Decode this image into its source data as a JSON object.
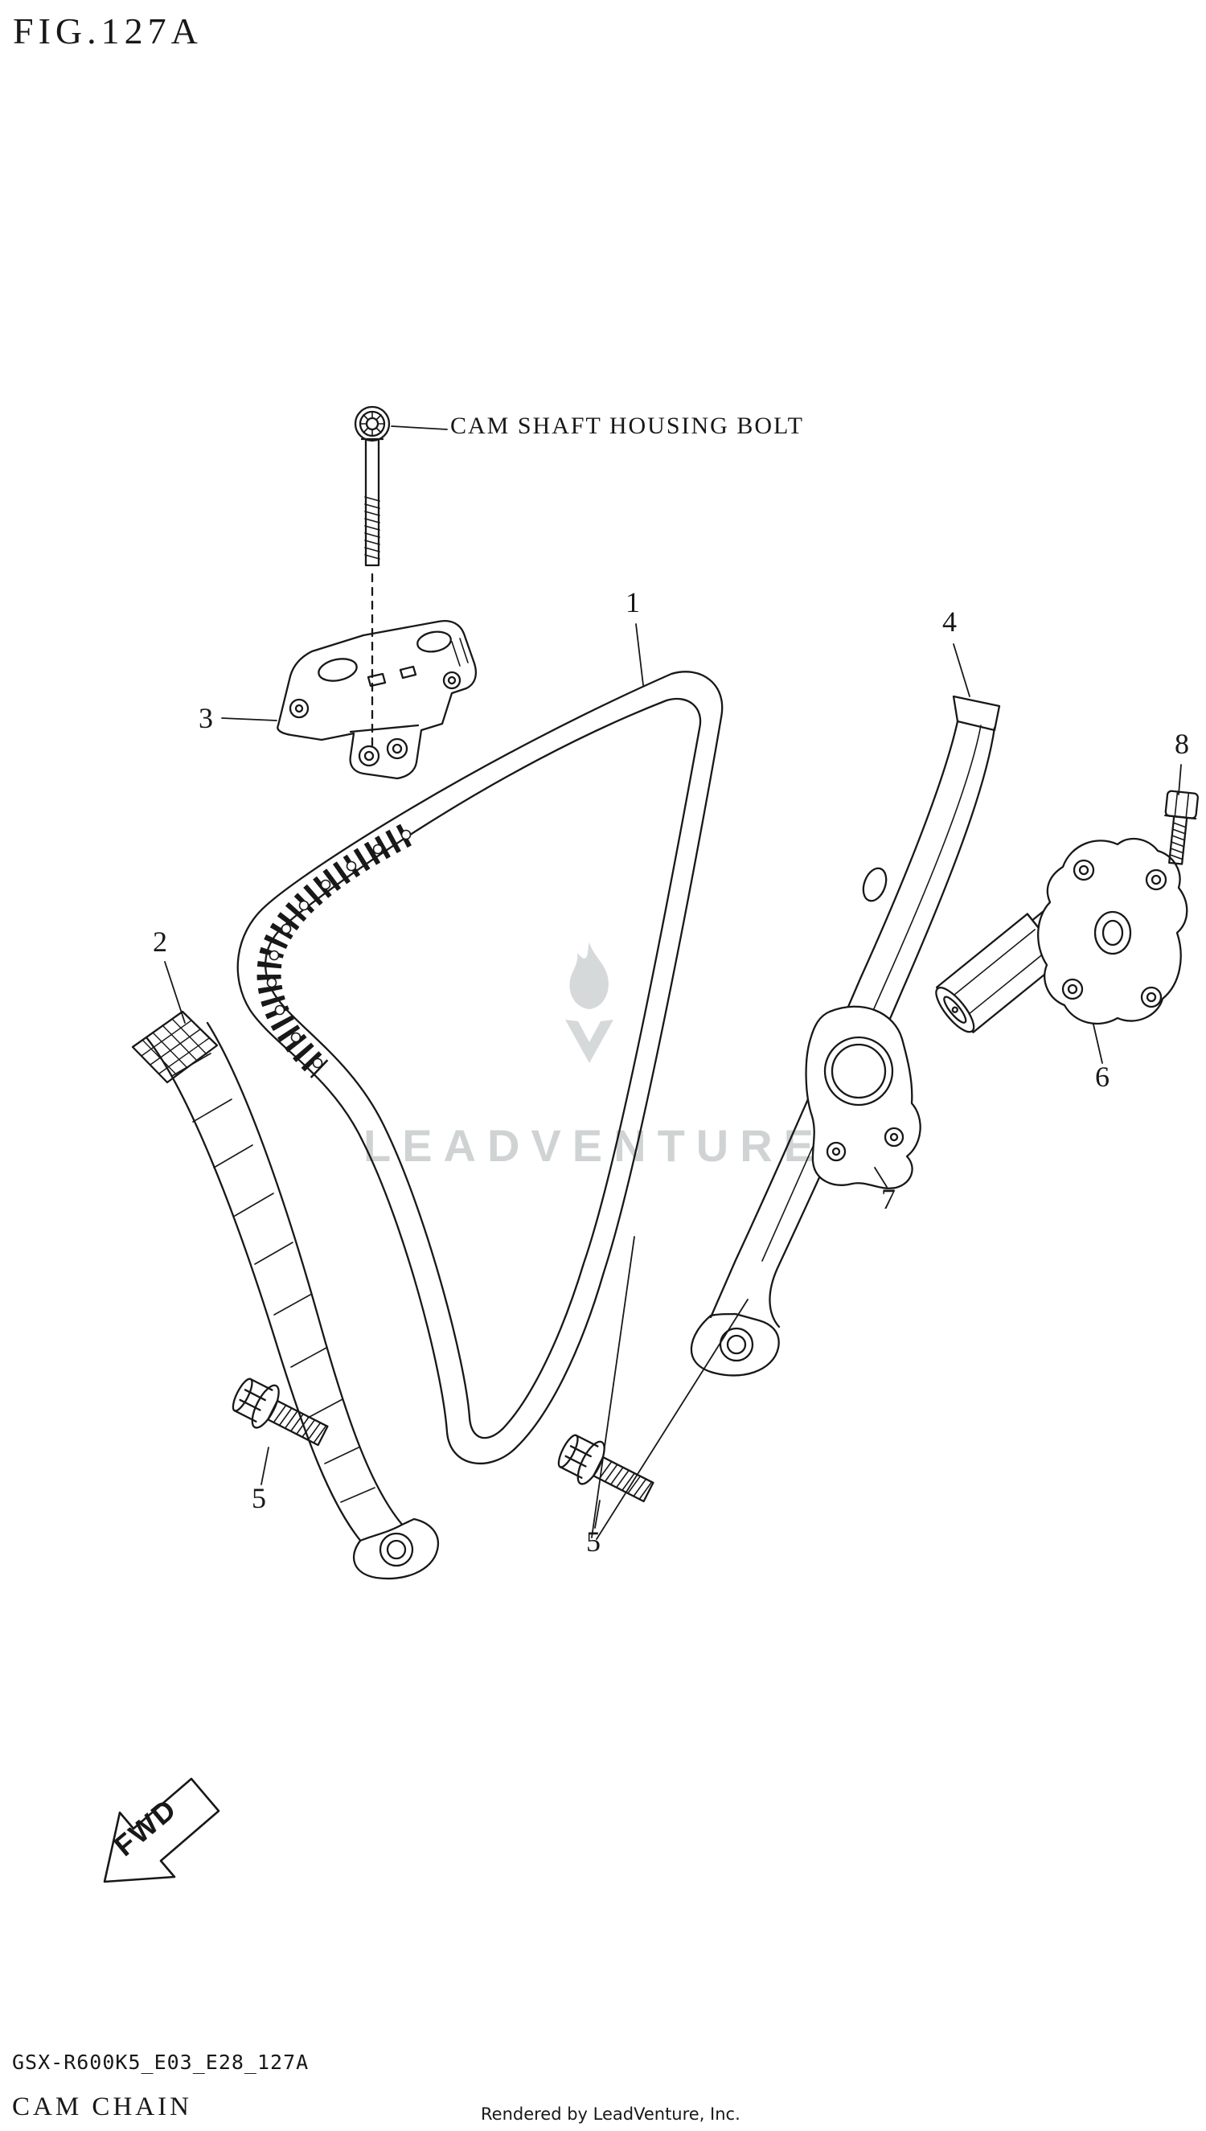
{
  "page": {
    "fig_label": "FIG.127A",
    "background_color": "#ffffff",
    "line_color": "#181818"
  },
  "watermark": {
    "text": "LEADVENTURE",
    "icon": "flame-icon",
    "color": "#cfd3d4"
  },
  "fwd_marker": {
    "label": "FWD"
  },
  "diagram": {
    "annotation": "CAM SHAFT HOUSING BOLT",
    "callouts": {
      "c1": "1",
      "c2": "2",
      "c3": "3",
      "c4": "4",
      "c5a": "5",
      "c5b": "5",
      "c6": "6",
      "c7": "7",
      "c8": "8"
    }
  },
  "footer": {
    "code": "GSX-R600K5_E03_E28_127A",
    "title": "CAM CHAIN",
    "credit": "Rendered by LeadVenture, Inc."
  }
}
